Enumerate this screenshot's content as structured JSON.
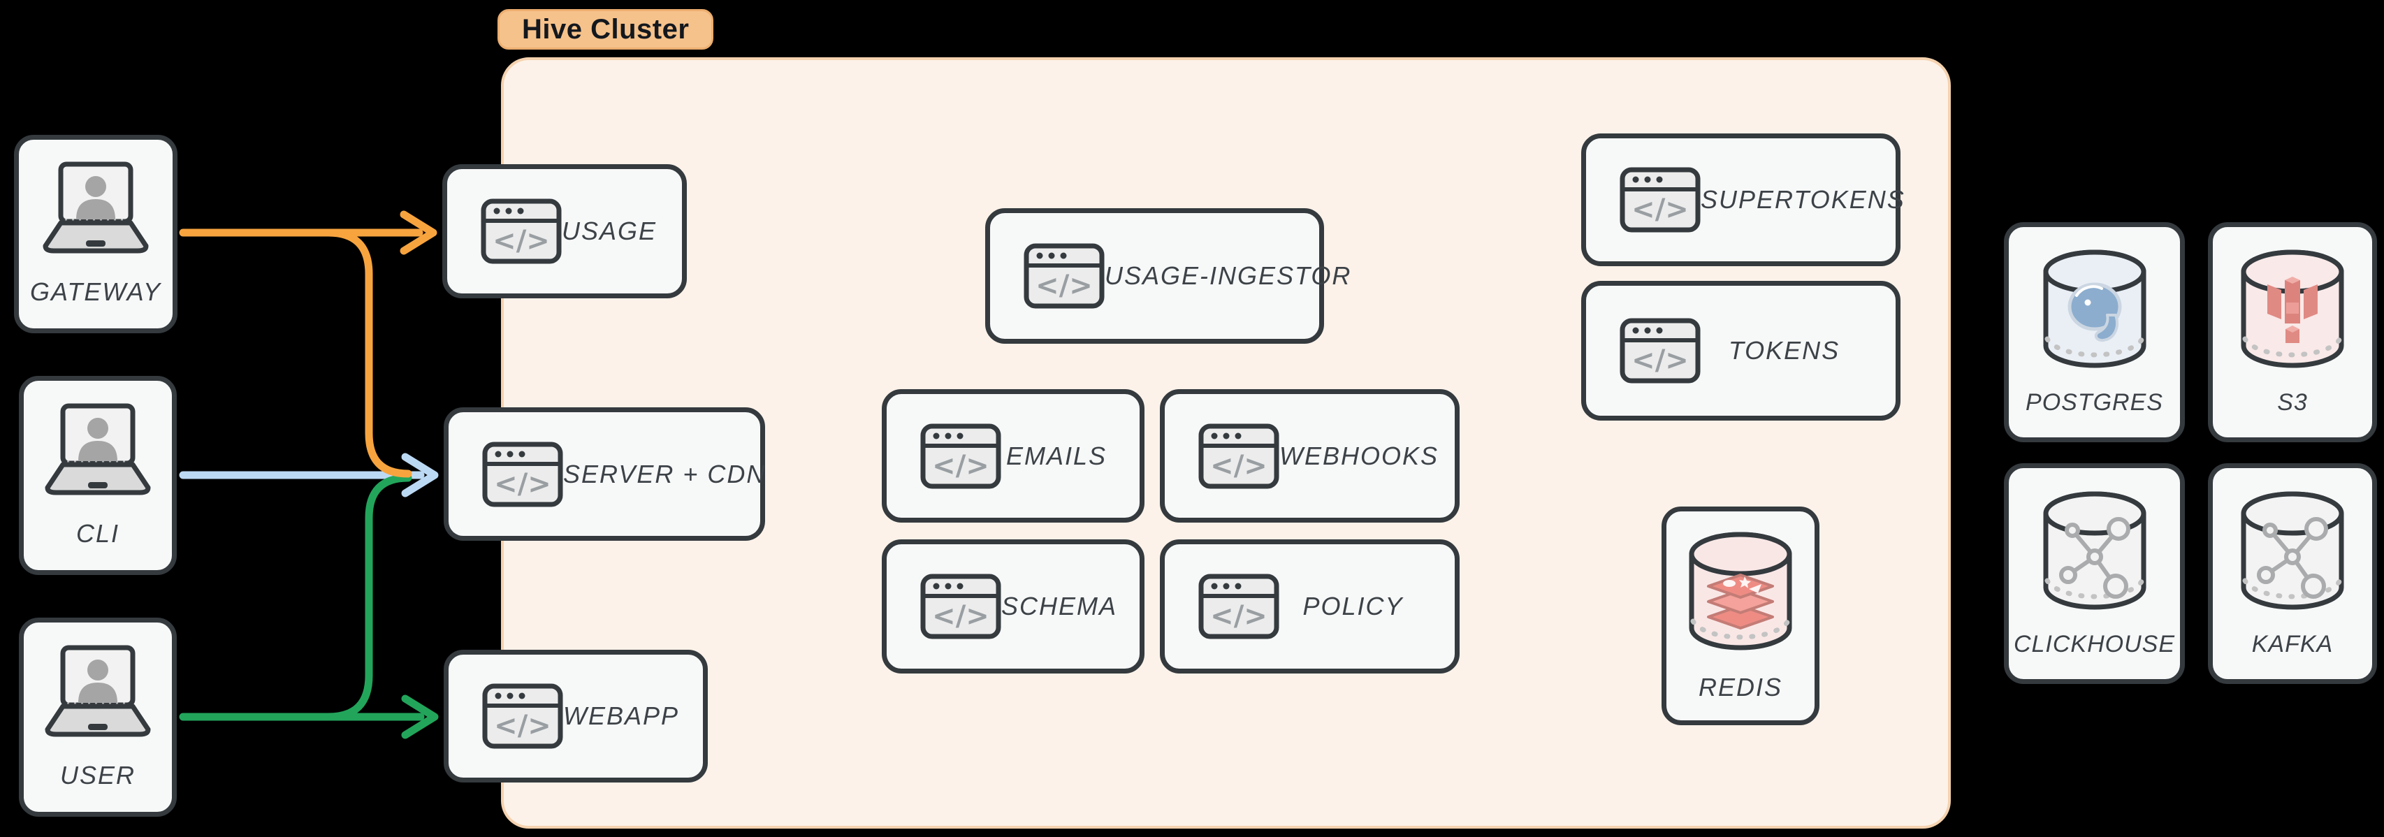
{
  "page": {
    "background": "#000000"
  },
  "cluster": {
    "label": "Hive Cluster",
    "badge_bg": "#F6C28B",
    "fill": "#FCF2E9",
    "border": "#F5D2AF"
  },
  "actors": {
    "gateway": {
      "label": "GATEWAY",
      "icon": "laptop-user-icon"
    },
    "cli": {
      "label": "CLI",
      "icon": "laptop-user-icon"
    },
    "user": {
      "label": "USER",
      "icon": "laptop-user-icon"
    }
  },
  "services": {
    "usage": {
      "label": "USAGE",
      "icon": "code-window-icon"
    },
    "server_cdn": {
      "label": "SERVER + CDN",
      "icon": "code-window-icon"
    },
    "webapp": {
      "label": "WEBAPP",
      "icon": "code-window-icon"
    },
    "usage_ingestor": {
      "label": "USAGE-INGESTOR",
      "icon": "code-window-icon"
    },
    "emails": {
      "label": "EMAILS",
      "icon": "code-window-icon"
    },
    "webhooks": {
      "label": "WEBHOOKS",
      "icon": "code-window-icon"
    },
    "schema": {
      "label": "SCHEMA",
      "icon": "code-window-icon"
    },
    "policy": {
      "label": "POLICY",
      "icon": "code-window-icon"
    },
    "supertokens": {
      "label": "SUPERTOKENS",
      "icon": "code-window-icon"
    },
    "tokens": {
      "label": "TOKENS",
      "icon": "code-window-icon"
    },
    "redis": {
      "label": "REDIS",
      "icon": "redis-database-icon"
    }
  },
  "external": {
    "postgres": {
      "label": "POSTGRES",
      "icon": "postgres-database-icon"
    },
    "s3": {
      "label": "S3",
      "icon": "s3-database-icon"
    },
    "clickhouse": {
      "label": "CLICKHOUSE",
      "icon": "molecule-database-icon"
    },
    "kafka": {
      "label": "KAFKA",
      "icon": "molecule-database-icon"
    }
  },
  "edges": {
    "gateway_to_usage": {
      "from": "GATEWAY",
      "to": "USAGE",
      "color": "#F7A43F"
    },
    "gateway_to_server_cdn": {
      "from": "GATEWAY",
      "to": "SERVER + CDN",
      "color": "#F7A43F"
    },
    "cli_to_server_cdn": {
      "from": "CLI",
      "to": "SERVER + CDN",
      "color": "#BCD9F4"
    },
    "user_to_server_cdn": {
      "from": "USER",
      "to": "SERVER + CDN",
      "color": "#22A55B"
    },
    "user_to_webapp": {
      "from": "USER",
      "to": "WEBAPP",
      "color": "#22A55B"
    }
  }
}
